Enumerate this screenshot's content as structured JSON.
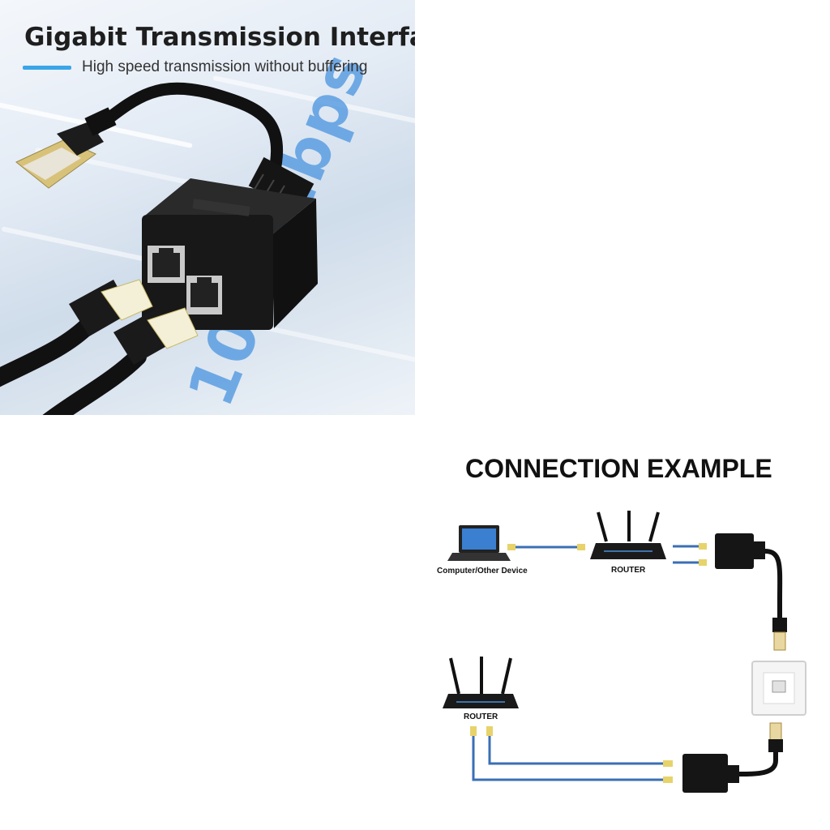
{
  "top_panel": {
    "headline": "Gigabit Transmission Interface",
    "subline": "High speed transmission without buffering",
    "speed_label": "1000Mbps",
    "accent_color": "#3aa5e8"
  },
  "connection_panel": {
    "title": "CONNECTION EXAMPLE",
    "computer_label": "Computer/Other Device",
    "router_label_1": "ROUTER",
    "router_label_2": "ROUTER",
    "cable_color": "#3b6fb6"
  }
}
